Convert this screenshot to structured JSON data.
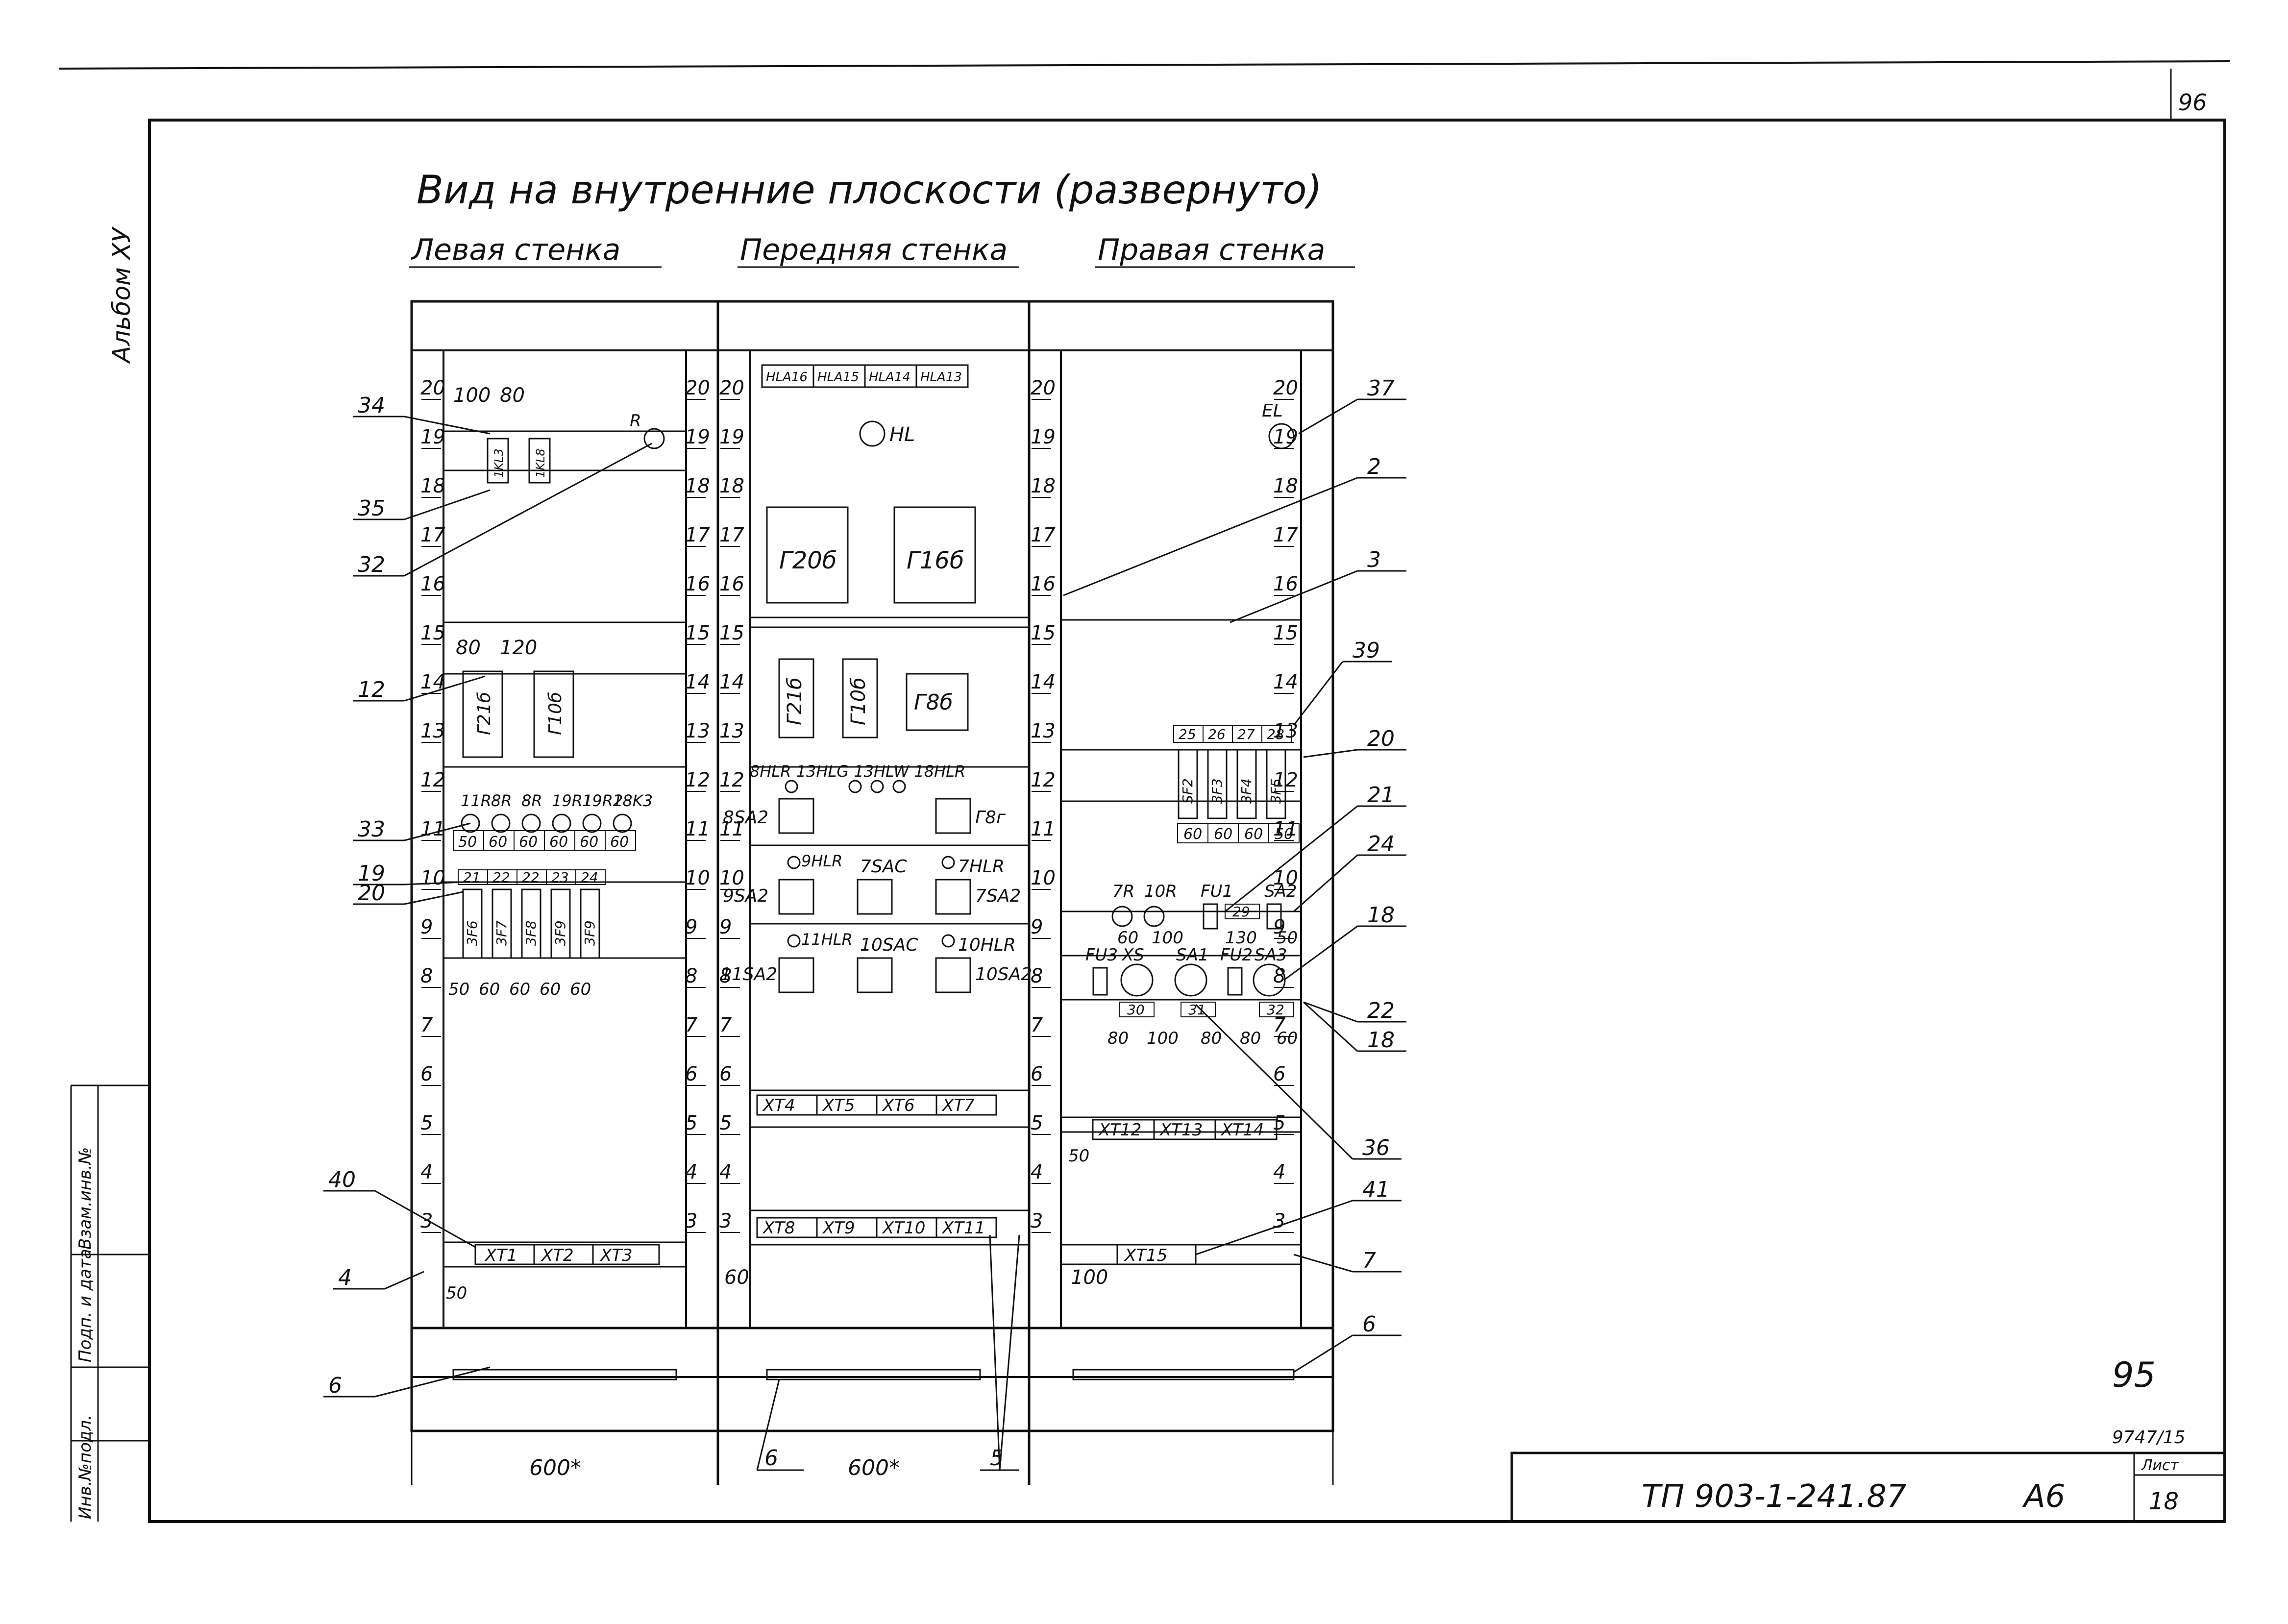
{
  "sheet": {
    "corner_number": "96",
    "album_label": "Альбом XУ",
    "title": "Вид на внутренние плоскости (развернуто)",
    "stamp_columns": [
      "Инв.№подл.",
      "Подп. и дата",
      "Взам.инв.№"
    ],
    "page_mark": "95",
    "order_no": "9747/15",
    "designation": "ТП 903-1-241.87",
    "sheet_code": "А6",
    "sheet_label": "Лист",
    "sheet_number": "18"
  },
  "walls": {
    "left": {
      "title": "Левая стенка",
      "width": "600*"
    },
    "front": {
      "title": "Передняя стенка",
      "width": "600*"
    },
    "right": {
      "title": "Правая стенка"
    }
  },
  "scale_numbers": [
    "20",
    "19",
    "18",
    "17",
    "16",
    "15",
    "14",
    "13",
    "12",
    "11",
    "10",
    "9",
    "8",
    "7",
    "6",
    "5",
    "4",
    "3"
  ],
  "left_wall": {
    "dims_top": [
      "100",
      "80"
    ],
    "dims_mid": [
      "80",
      "120"
    ],
    "relays_top": [
      "1KL3",
      "1KL8"
    ],
    "lamp_r": "R",
    "relays_mid": [
      "Г21б",
      "Г10б"
    ],
    "lamp_labels": [
      "11R",
      "8R",
      "8R",
      "19R1",
      "19R2",
      "18K3"
    ],
    "lamp_dims": [
      "50",
      "60",
      "60",
      "60",
      "60",
      "60"
    ],
    "breaker_nums": [
      "21",
      "22",
      "22",
      "23",
      "24"
    ],
    "breakers": [
      "3F6",
      "3F7",
      "3F8",
      "3F9",
      "3F9"
    ],
    "breaker_dims": [
      "50",
      "60",
      "60",
      "60",
      "60"
    ],
    "terminals": [
      "XT1",
      "XT2",
      "XT3"
    ],
    "term_dim": "50"
  },
  "front_wall": {
    "lamps_top": [
      "HLA16",
      "HLA15",
      "HLA14",
      "HLA13"
    ],
    "hl": "HL",
    "rel_top": [
      "Г20б",
      "Г16б"
    ],
    "rel_mid": [
      "Г21б",
      "Г10б",
      "Г8б"
    ],
    "ind_row": "8HLR 13HLG 13HLW 18HLR",
    "sw_row1": [
      "8SA2",
      "Г8г"
    ],
    "lamp_row2": [
      "9HLR",
      "7SAC",
      "7HLR"
    ],
    "sw_row2": [
      "9SA2",
      "7SA2"
    ],
    "lamp_row3": [
      "11HLR",
      "10SAC",
      "10HLR"
    ],
    "sw_row3": [
      "11SA2",
      "10SA2"
    ],
    "terminals_upper": [
      "XT4",
      "XT5",
      "XT6",
      "XT7"
    ],
    "terminals_lower": [
      "XT8",
      "XT9",
      "XT10",
      "XT11"
    ],
    "dim": "60"
  },
  "right_wall": {
    "el": "EL",
    "breaker_nums": [
      "25",
      "26",
      "27",
      "28"
    ],
    "breakers": [
      "SF2",
      "3F3",
      "3F4",
      "3F5"
    ],
    "breaker_dims": [
      "60",
      "60",
      "60",
      "50"
    ],
    "dev_row1": [
      "7R",
      "10R",
      "FU1",
      "SA2"
    ],
    "dev_row1_nums": [
      "29"
    ],
    "dev_row1_dims": [
      "60",
      "100",
      "130",
      "50"
    ],
    "dev_row2": [
      "FU3",
      "XS",
      "SA1",
      "FU2",
      "SA3"
    ],
    "dev_row2_nums": [
      "30",
      "31",
      "32"
    ],
    "dev_row2_dims": [
      "80",
      "100",
      "80",
      "80",
      "60"
    ],
    "terminals_upper": [
      "XT12",
      "XT13",
      "XT14"
    ],
    "dim_upper": "50",
    "terminals_lower": [
      "XT15"
    ],
    "dim_lower": "100"
  },
  "callouts": {
    "left": [
      "34",
      "35",
      "32",
      "12",
      "33",
      "19",
      "20",
      "40",
      "4",
      "6"
    ],
    "right": [
      "37",
      "2",
      "3",
      "39",
      "20",
      "21",
      "24",
      "18",
      "22",
      "18",
      "36",
      "41",
      "7",
      "6"
    ],
    "bottom": [
      "6",
      "5"
    ]
  }
}
